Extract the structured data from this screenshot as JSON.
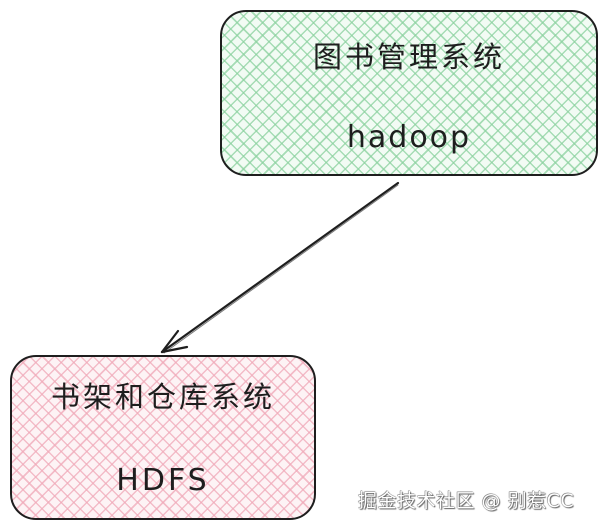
{
  "diagram": {
    "nodes": [
      {
        "id": "library-system",
        "title": "图书管理系统",
        "subtitle": "hadoop",
        "fill": "green-hatch",
        "fill_color": "#8cd2a0"
      },
      {
        "id": "shelf-warehouse-system",
        "title": "书架和仓库系统",
        "subtitle": "HDFS",
        "fill": "pink-hatch",
        "fill_color": "#f0aab9"
      }
    ],
    "edges": [
      {
        "from": "library-system",
        "to": "shelf-warehouse-system",
        "style": "arrow",
        "color": "#1e1e1e"
      }
    ]
  },
  "watermark": {
    "text": "掘金技术社区 @ 别惹CC"
  }
}
